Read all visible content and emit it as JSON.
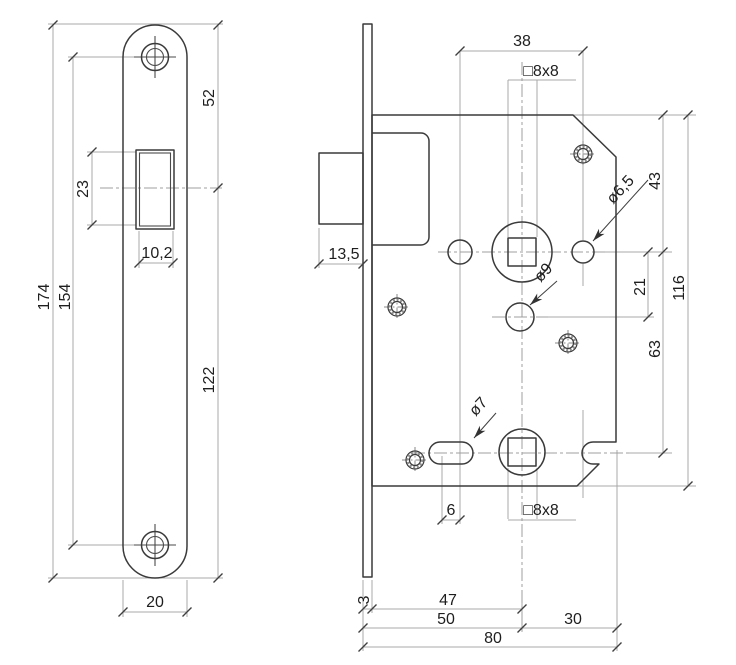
{
  "drawing": {
    "type": "technical-drawing",
    "subject": "mortise-lock",
    "line_color": "#3a3a3a",
    "dim_line_color": "#a8a8a8",
    "background": "#ffffff"
  },
  "front_view": {
    "total_height": "174",
    "hole_spacing": "154",
    "top_to_latch_center": "52",
    "latch_center_to_bottom": "122",
    "latch_height": "23",
    "latch_width": "10,2",
    "plate_width": "20"
  },
  "side_view": {
    "hole_spacing_top": "38",
    "square_top": "□8x8",
    "latch_depth": "13,5",
    "dia_follower": "ø6,5",
    "top_to_center": "43",
    "center_to_aux": "21",
    "body_height": "116",
    "center_to_bottom_slot": "63",
    "dia_aux": "ø9",
    "dia_slot": "ø7",
    "slot_offset": "6",
    "square_bottom": "□8x8",
    "faceplate_thickness": "3",
    "backset_inner": "47",
    "backset": "50",
    "rear_width": "30",
    "body_width": "80"
  }
}
